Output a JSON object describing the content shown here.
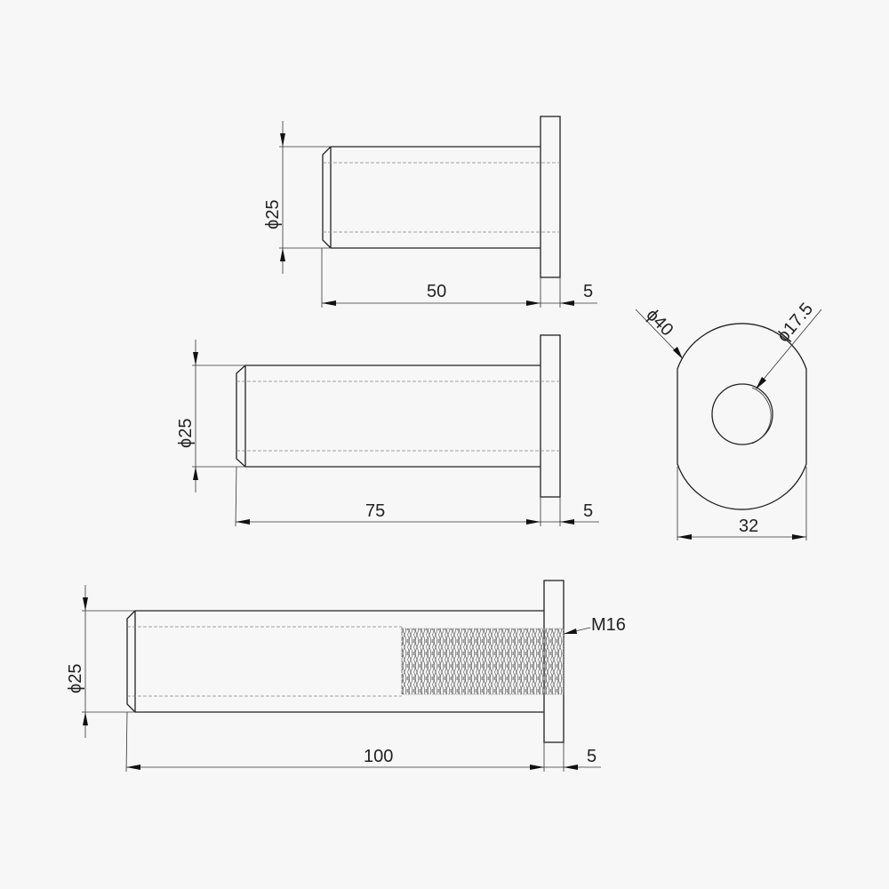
{
  "drawing": {
    "background": "#f7f7f7",
    "line_color": "#222222",
    "views": [
      {
        "id": "pin-50",
        "diameter_label": "ϕ25",
        "length_label": "50",
        "flange_label": "5"
      },
      {
        "id": "pin-75",
        "diameter_label": "ϕ25",
        "length_label": "75",
        "flange_label": "5"
      },
      {
        "id": "pin-100-threaded",
        "diameter_label": "ϕ25",
        "length_label": "100",
        "flange_label": "5",
        "thread_label": "M16"
      },
      {
        "id": "flange-end-view",
        "outer_diameter_label": "ϕ40",
        "bore_diameter_label": "ϕ17.5",
        "width_label": "32"
      }
    ]
  }
}
